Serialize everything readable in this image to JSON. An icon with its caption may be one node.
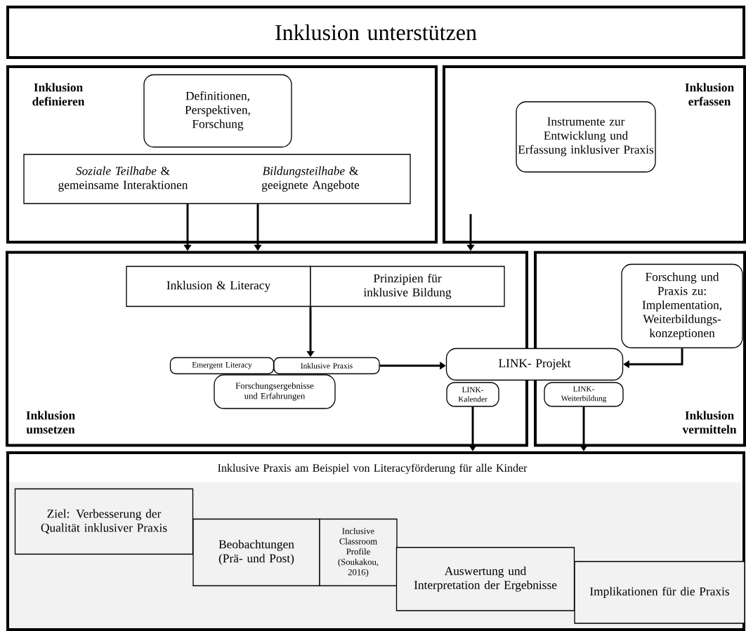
{
  "diagram": {
    "nodes": [
      {
        "text": [
          "Inklusion unterstützen"
        ]
      },
      {
        "text": [
          "Inklusion definieren"
        ]
      },
      {
        "text": [
          "Definitionen, Perspektiven, Forschung"
        ],
        "in": 1
      },
      {
        "text": [
          "*Soziale Teilhabe* & gemeinsame Interaktionen",
          "*Bildungsteilhabe* & geeignete Angebote"
        ],
        "in": 1
      },
      {
        "text": [
          "Inklusion erfassen"
        ]
      },
      {
        "text": [
          "Instrumente zur Entwicklung und Erfassung inklusiver Praxis"
        ],
        "in": 4
      },
      {
        "text": [
          "Inklusion umsetzen"
        ]
      },
      {
        "text": [
          "Inklusion & Literacy"
        ],
        "in": 6
      },
      {
        "text": [
          "Prinzipien für inklusive Bildung"
        ],
        "in": 6
      },
      {
        "text": [
          "Emergent Literacy"
        ],
        "in": 6
      },
      {
        "text": [
          "Inklusive Praxis"
        ],
        "in": 6
      },
      {
        "text": [
          "Forschungsergebnisse und Erfahrungen"
        ],
        "in": 6
      },
      {
        "text": [
          "LINK- Projekt"
        ]
      },
      {
        "text": [
          "LINK- Kalender"
        ],
        "in": 6
      },
      {
        "text": [
          "Inklusion vermitteln"
        ]
      },
      {
        "text": [
          "Forschung und Praxis zu: Implementation, Weiterbildungs- konzeptionen"
        ],
        "in": 14
      },
      {
        "text": [
          "LINK- Weiterbildung"
        ],
        "in": 14
      },
      {
        "text": [
          "Inklusive Praxis am Beispiel von Literacyförderung für alle Kinder"
        ]
      },
      {
        "text": [
          "Ziel:  Verbesserung der Qualität inklusiver Praxis"
        ],
        "in": 17
      },
      {
        "text": [
          "Beobachtungen (Prä- und Post)"
        ],
        "in": 17
      },
      {
        "text": [
          "Inclusive Classroom Profile (Soukakou, 2016)"
        ],
        "in": 17
      },
      {
        "text": [
          "Auswertung und Interpretation der Ergebnisse"
        ],
        "in": 17
      },
      {
        "text": [
          "Implikationen für die Praxis"
        ],
        "in": 17
      }
    ],
    "edges": [
      {
        "from": 3,
        "to": 6,
        "arrow": "to"
      },
      {
        "from": 3,
        "to": 6,
        "arrow": "to"
      },
      {
        "from": null,
        "to": 6,
        "arrow": "to"
      },
      {
        "from": 7,
        "to": 10,
        "arrow": "to"
      },
      {
        "from": 8,
        "to": 10,
        "arrow": "to"
      },
      {
        "from": 10,
        "to": 12,
        "arrow": "to"
      },
      {
        "from": 15,
        "to": 12,
        "arrow": "to"
      },
      {
        "from": 13,
        "to": 17,
        "arrow": "to"
      },
      {
        "from": 16,
        "to": 17,
        "arrow": "to"
      }
    ]
  }
}
